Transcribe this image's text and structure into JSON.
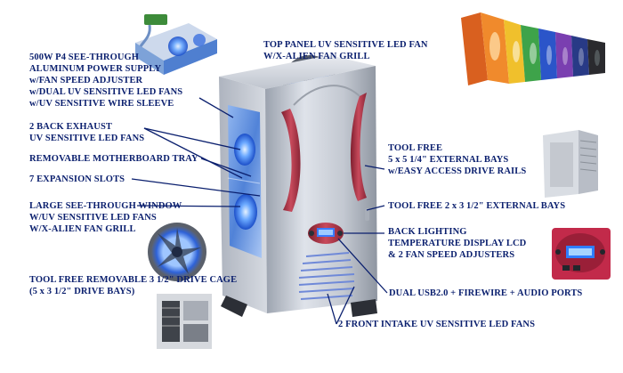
{
  "labels": {
    "power_supply": [
      "500W P4 SEE-THROUGH",
      "ALUMINUM POWER SUPPLY",
      "w/FAN SPEED ADJUSTER",
      "w/DUAL UV SENSITIVE LED FANS",
      "w/UV SENSITIVE WIRE SLEEVE"
    ],
    "top_fan": [
      "TOP PANEL UV SENSITIVE LED FAN",
      "W/X-ALIEN FAN GRILL"
    ],
    "back_exhaust": [
      "2 BACK EXHAUST",
      "UV SENSITIVE LED FANS"
    ],
    "motherboard_tray": "REMOVABLE MOTHERBOARD TRAY",
    "expansion_slots": "7 EXPANSION SLOTS",
    "window": [
      "LARGE SEE-THROUGH WINDOW",
      "W/UV SENSITIVE LED FANS",
      "W/X-ALIEN FAN GRILL"
    ],
    "drive_cage": [
      "TOOL FREE REMOVABLE 3 1/2\" DRIVE CAGE",
      "(5 x 3 1/2\" DRIVE BAYS)"
    ],
    "external_bays_525": [
      "TOOL FREE",
      "5 x 5 1/4\" EXTERNAL BAYS",
      "w/EASY ACCESS DRIVE RAILS"
    ],
    "external_bays_35": "TOOL FREE 2 x 3 1/2\" EXTERNAL BAYS",
    "lcd": [
      "BACK LIGHTING",
      "TEMPERATURE DISPLAY LCD",
      "& 2 FAN SPEED ADJUSTERS"
    ],
    "ports": "DUAL USB2.0 + FIREWIRE + AUDIO PORTS",
    "front_fans": "2 FRONT INTAKE UV SENSITIVE LED FANS"
  },
  "colors": {
    "label_text": "#0a1f6e",
    "leader_line": "#0a1f6e",
    "case_silver": "#c7ccd6",
    "case_accent": "#b8374a",
    "uv_blue": "#3c7cff",
    "background": "#ffffff"
  },
  "color_variants": [
    "orange",
    "yellow",
    "green",
    "blue",
    "purple",
    "navy",
    "black"
  ]
}
